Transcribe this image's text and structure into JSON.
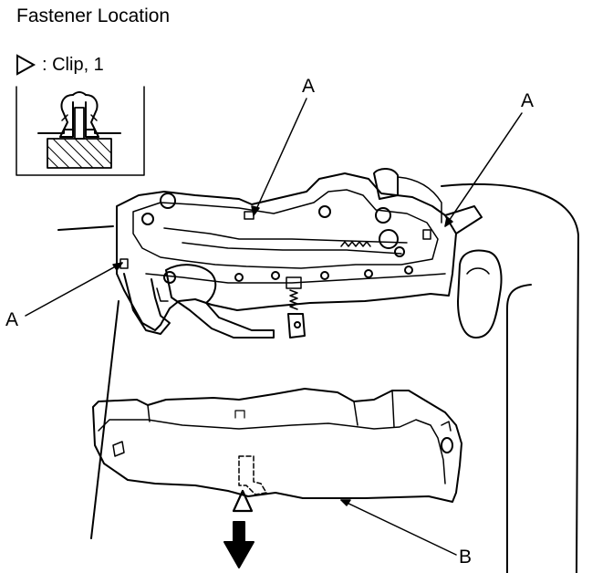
{
  "title": "Fastener Location",
  "legend": {
    "symbol": "clip-triangle-icon",
    "label": ": Clip, 1"
  },
  "callouts": [
    {
      "id": "A-top",
      "text": "A"
    },
    {
      "id": "A-right",
      "text": "A"
    },
    {
      "id": "A-left",
      "text": "A"
    },
    {
      "id": "B",
      "text": "B"
    }
  ],
  "colors": {
    "line": "#000000",
    "background": "#ffffff"
  }
}
